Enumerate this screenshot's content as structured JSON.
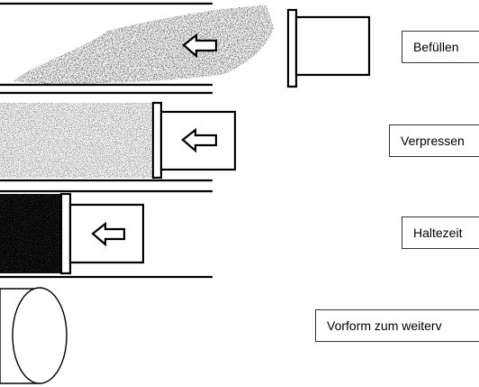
{
  "steps": [
    {
      "label": "Befüllen"
    },
    {
      "label": "Verpressen"
    },
    {
      "label": "Haltezeit"
    },
    {
      "label": "Vorform zum weiterv"
    }
  ]
}
